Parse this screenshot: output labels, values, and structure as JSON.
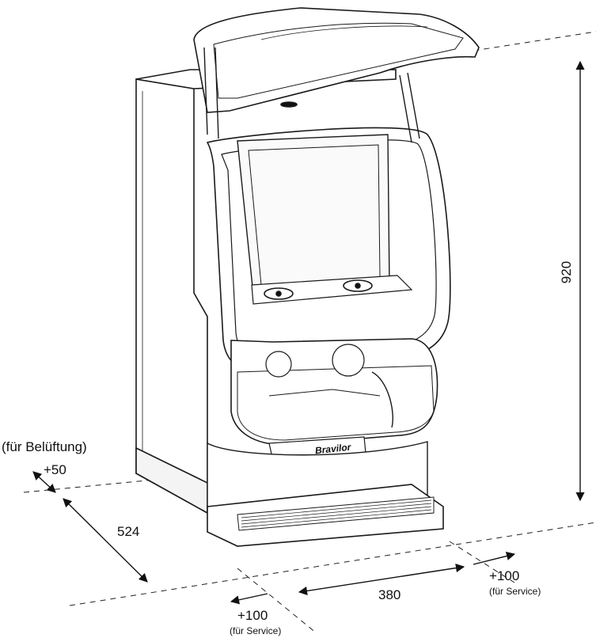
{
  "dimensions": {
    "height_value": "920",
    "depth_value": "524",
    "width_value": "380",
    "ventilation_clearance": "+50",
    "ventilation_label": "(für Belüftung)",
    "service_clearance_right": "+100",
    "service_label_right": "(für Service)",
    "service_clearance_left": "+100",
    "service_label_left": "(für Service)"
  },
  "machine": {
    "brand_badge": "Bravilor"
  }
}
